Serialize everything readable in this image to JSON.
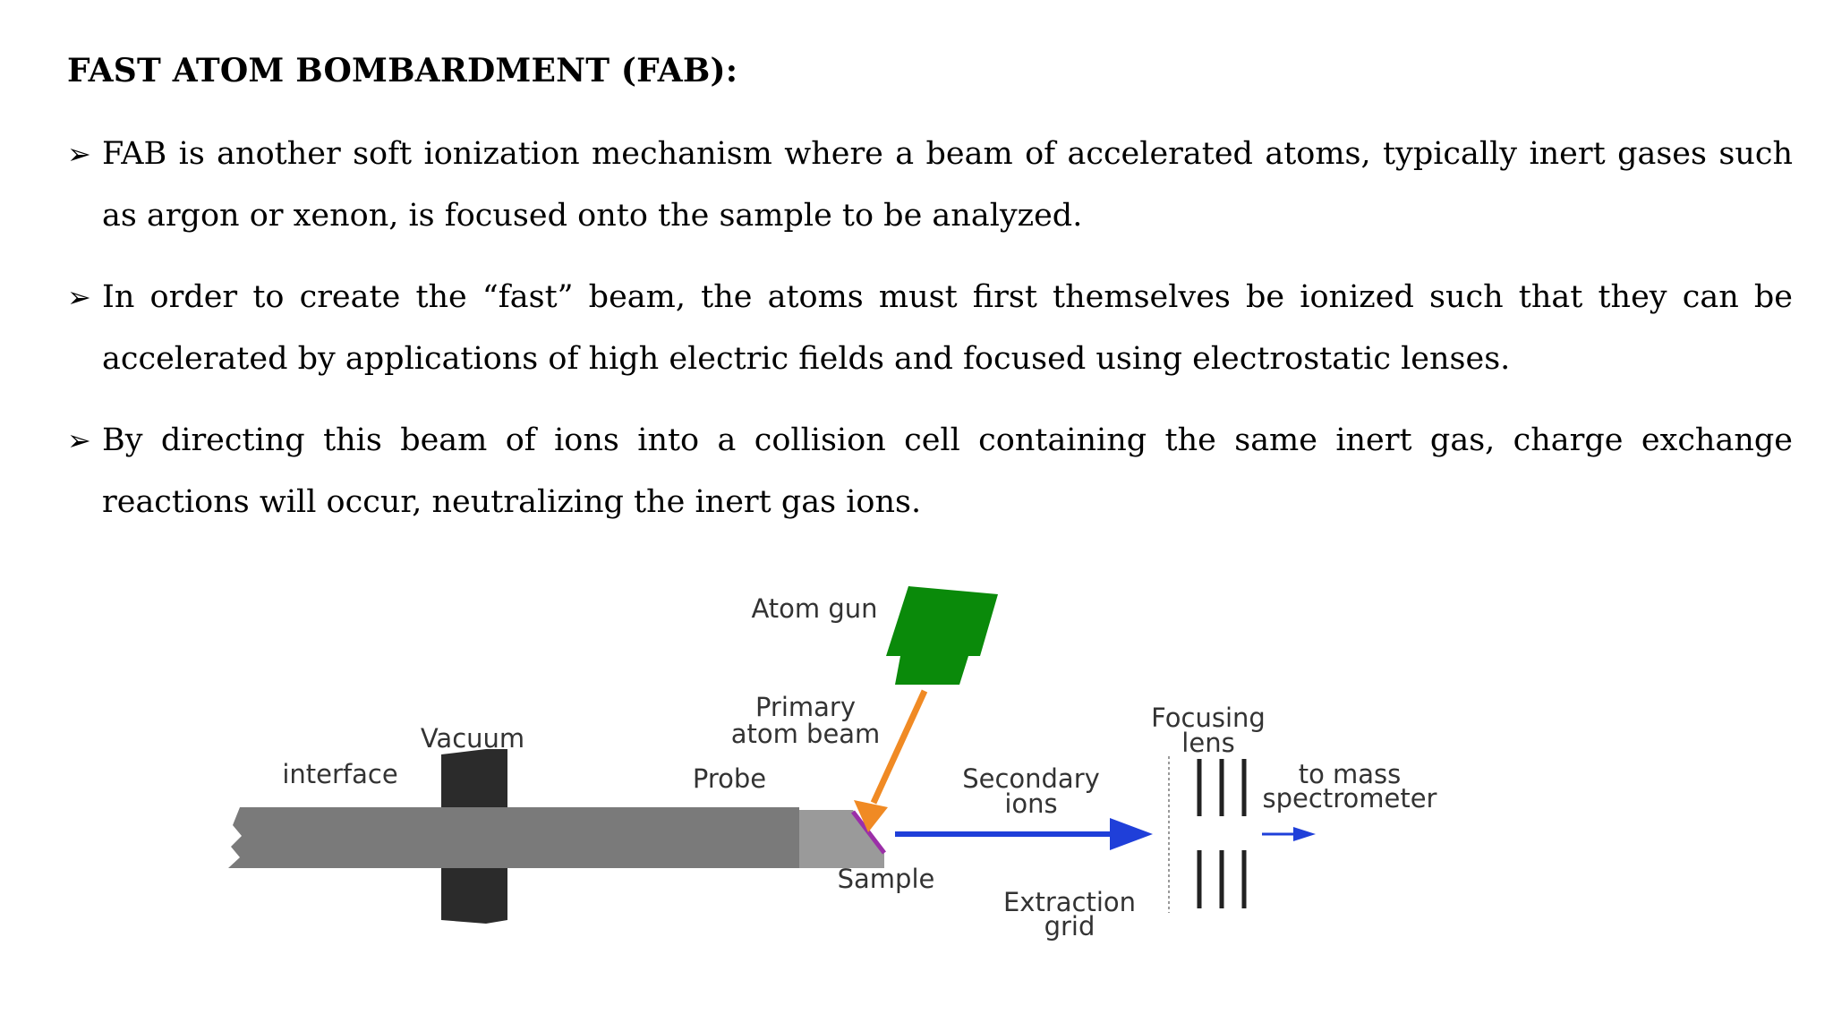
{
  "heading": "FAST ATOM BOMBARDMENT (FAB):",
  "bullets": [
    "FAB is another soft ionization mechanism where a beam of accelerated atoms, typically inert gases such as argon or xenon, is focused onto the sample to be analyzed.",
    "In order to create the “fast” beam, the atoms must first themselves be ionized such that they can be accelerated by applications of high electric fields and focused using electrostatic lenses.",
    "By directing this beam of ions into a collision cell containing the same inert gas, charge exchange reactions will occur, neutralizing the inert gas ions."
  ],
  "bullet_marker": "➢",
  "diagram": {
    "labels": {
      "atom_gun": "Atom gun",
      "primary_beam_1": "Primary",
      "primary_beam_2": "atom beam",
      "vacuum_1": "Vacuum",
      "vacuum_2": "interface",
      "probe": "Probe",
      "sample": "Sample",
      "secondary_1": "Secondary",
      "secondary_2": "ions",
      "extraction_1": "Extraction",
      "extraction_2": "grid",
      "focusing_1": "Focusing",
      "focusing_2": "lens",
      "to_mass_1": "to mass",
      "to_mass_2": "spectrometer"
    },
    "colors": {
      "atom_gun": "#0a8a0a",
      "primary_beam": "#f08a24",
      "probe": "#7a7a7a",
      "probe_tip": "#9a9a9a",
      "sample": "#9b2fa8",
      "interface": "#2b2b2b",
      "secondary_ions": "#1f3fd9",
      "lens": "#222222"
    }
  }
}
